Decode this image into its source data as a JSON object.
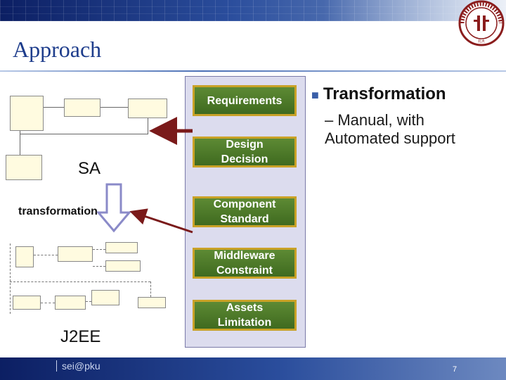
{
  "header": {
    "logo_text": "北大"
  },
  "slide": {
    "title": "Approach"
  },
  "right_panel": {
    "items": [
      {
        "label_lines": [
          "Requirements"
        ]
      },
      {
        "label_lines": [
          "Design",
          "Decision"
        ]
      },
      {
        "label_lines": [
          "Component",
          "Standard"
        ]
      },
      {
        "label_lines": [
          "Middleware",
          "Constraint"
        ]
      },
      {
        "label_lines": [
          "Assets",
          "Limitation"
        ]
      }
    ]
  },
  "bullets": {
    "main": "Transformation",
    "sub": "– Manual, with Automated support"
  },
  "left": {
    "sa_label": "SA",
    "transformation_label": "transformation",
    "j2ee_label": "J2EE"
  },
  "footer": {
    "email": "sei@pku",
    "page_number": "7"
  },
  "colors": {
    "button_green": "#4a7a28",
    "button_border": "#c9a227",
    "panel_bg": "#dcdcee",
    "arrow_red": "#7a1a1a",
    "title_blue": "#1e3d8c"
  }
}
